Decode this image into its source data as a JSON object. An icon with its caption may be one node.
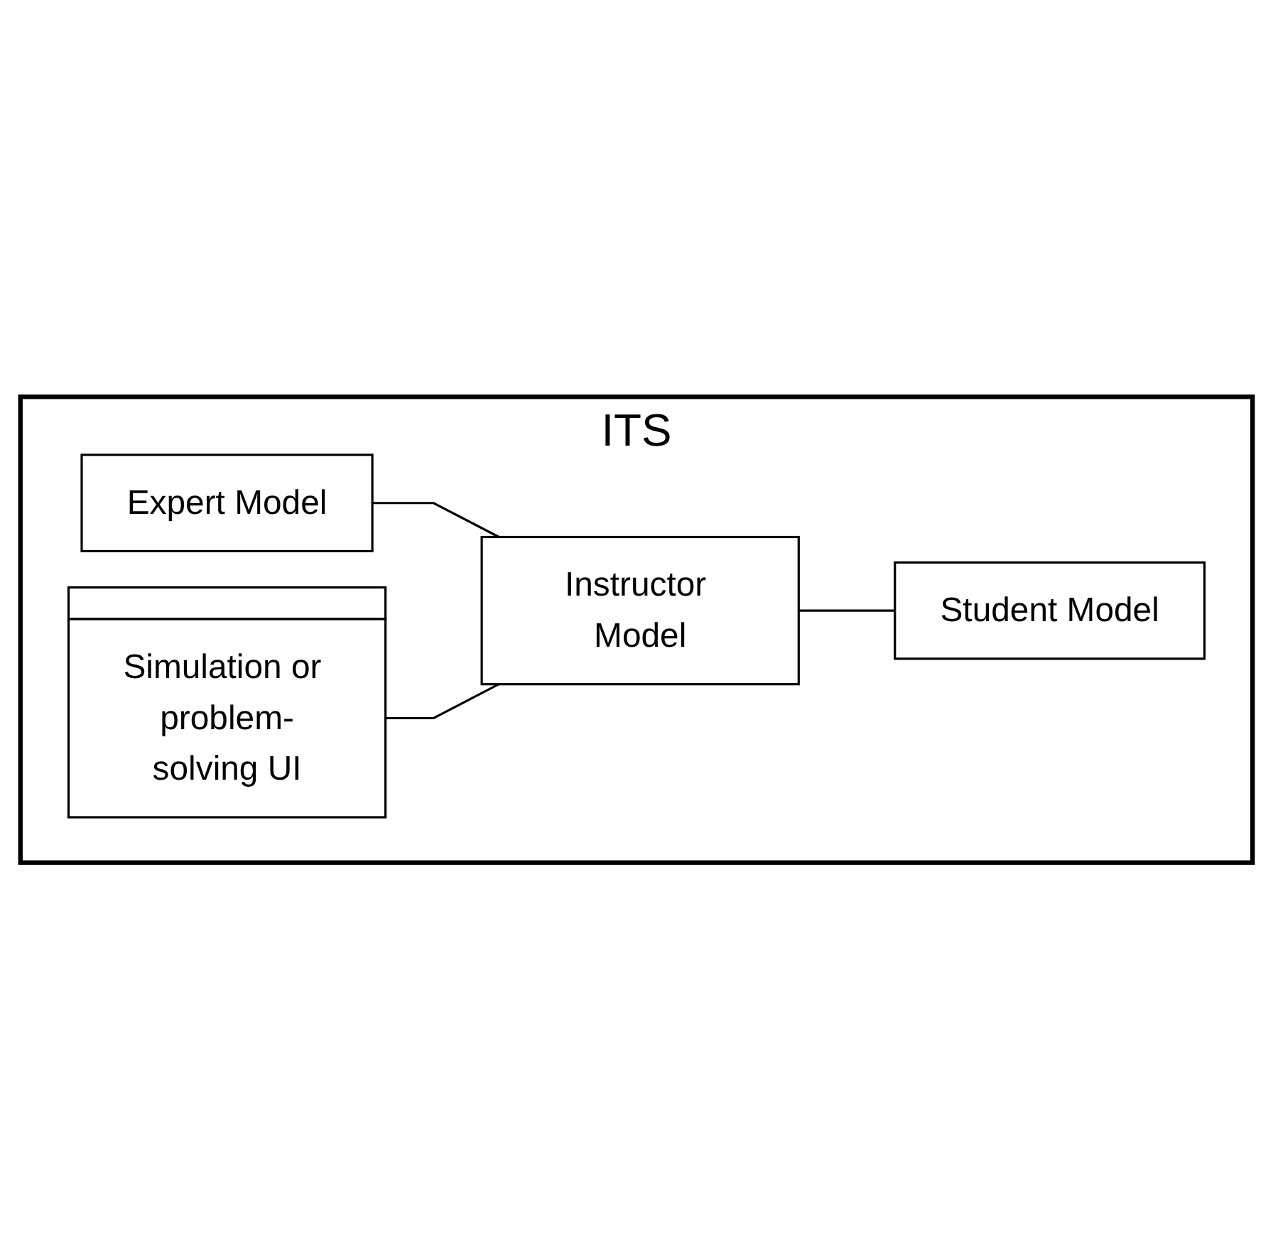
{
  "diagram": {
    "nodes": [
      {
        "text": [
          "ITS"
        ]
      },
      {
        "text": [
          "Expert Model"
        ],
        "in": 0
      },
      {
        "text": [
          "Simulation or problem-solving UI"
        ],
        "in": 0
      },
      {
        "text": [
          "Instructor Model"
        ],
        "in": 0
      },
      {
        "text": [
          "Student Model"
        ],
        "in": 0
      }
    ],
    "edges": [
      {
        "from": 1,
        "to": 3,
        "arrow": "none"
      },
      {
        "from": 2,
        "to": 3,
        "arrow": "none"
      },
      {
        "from": 3,
        "to": 4,
        "arrow": "none"
      }
    ]
  }
}
